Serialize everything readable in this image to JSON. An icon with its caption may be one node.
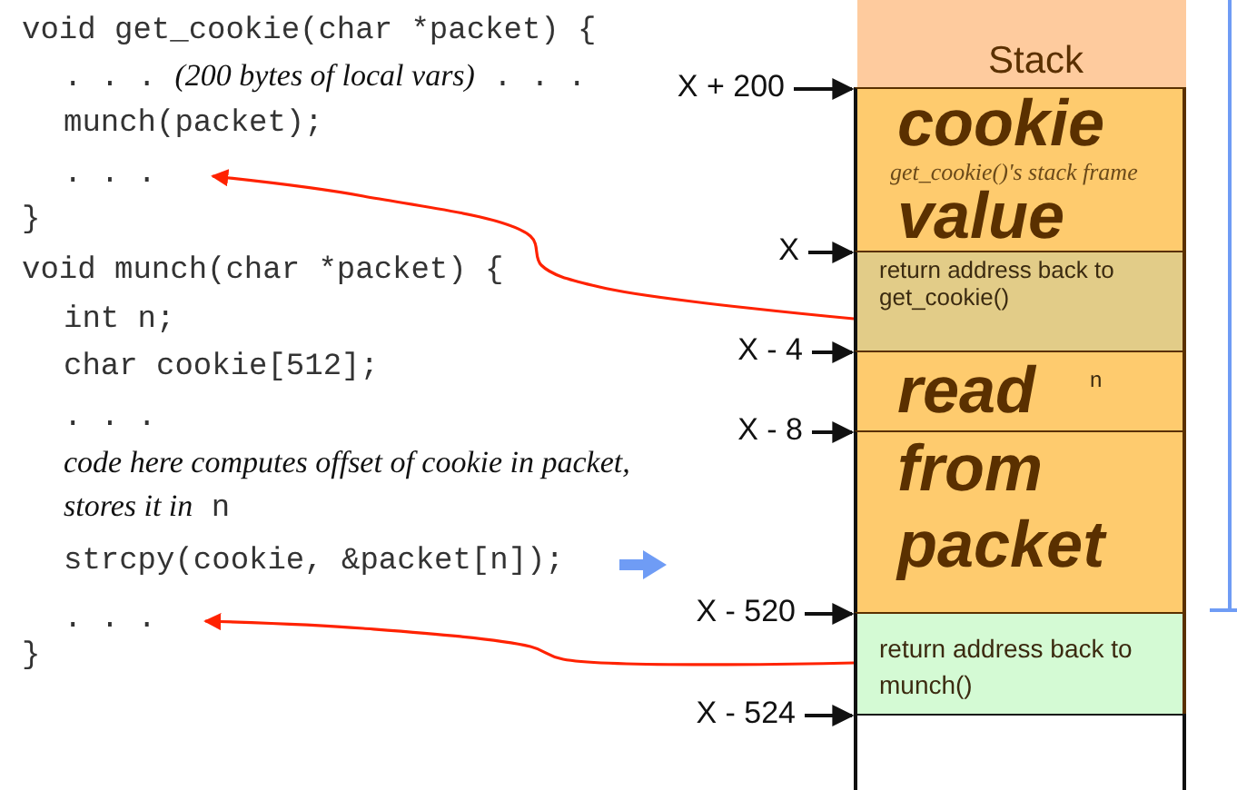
{
  "diagram": {
    "nodes": [
      {
        "text": [
          "Stack"
        ]
      },
      {
        "text": [
          "get_cookie()'s stack frame"
        ]
      },
      {
        "text": [
          "return address back to get_cookie()"
        ]
      },
      {
        "text": [
          "n"
        ]
      },
      {
        "text": [],
        "shape": "box"
      },
      {
        "text": [
          "return address back to munch()"
        ]
      },
      {
        "text": [],
        "shape": "box"
      },
      {
        "text": [
          ". . ."
        ]
      },
      {
        "text": [
          ". . ."
        ]
      },
      {
        "text": [
          "X + 200"
        ]
      },
      {
        "text": [
          "X"
        ]
      },
      {
        "text": [
          "X - 4"
        ]
      },
      {
        "text": [
          "X - 8"
        ]
      },
      {
        "text": [
          "X - 520"
        ]
      },
      {
        "text": [
          "X - 524"
        ]
      }
    ],
    "edges": [
      {
        "from": 2,
        "to": 7,
        "arrow": "to",
        "color": "#ff2200"
      },
      {
        "from": 5,
        "to": 8,
        "arrow": "to",
        "color": "#ff2200"
      },
      {
        "from": 9,
        "to": 1,
        "arrow": "to"
      },
      {
        "from": 10,
        "to": 2,
        "arrow": "to"
      },
      {
        "from": 11,
        "to": 3,
        "arrow": "to"
      },
      {
        "from": 12,
        "to": 4,
        "arrow": "to"
      },
      {
        "from": 13,
        "to": 5,
        "arrow": "to"
      },
      {
        "from": 14,
        "to": 6,
        "arrow": "to"
      }
    ],
    "labels": [
      "void get_cookie(char *packet) {",
      ". . . *(200 bytes of local vars)* . . .",
      "munch(packet);",
      "}",
      "void munch(char *packet) {",
      "int n;",
      "char cookie[512];",
      ". . .",
      "*code here computes offset of cookie in packet, stores it in* n",
      "strcpy(cookie, &packet[n]);",
      "}",
      "cookie",
      "value",
      "read",
      "from",
      "packet"
    ]
  }
}
